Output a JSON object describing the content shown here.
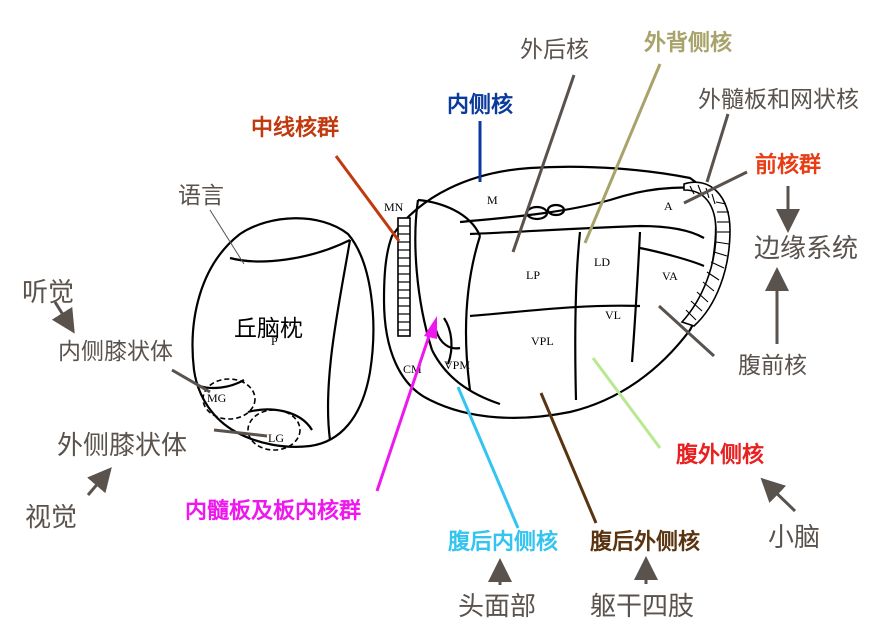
{
  "colors": {
    "outline": "#000000",
    "gray_text": "#5a524c",
    "arrow": "#5a524c",
    "midline": "#c03a10",
    "medial": "#0a3a9c",
    "lateral_dorsal": "#a7a36a",
    "anterior": "#e83d14",
    "internal_lamina": "#ee18ee",
    "vpm": "#33c4f0",
    "vpl": "#5a3410",
    "vl": "#b8e890"
  },
  "labels": {
    "lateral_posterior": "外后核",
    "lateral_dorsal": "外背侧核",
    "medial_nucleus": "内侧核",
    "external_lamina_reticular": "外髓板和网状核",
    "midline_group": "中线核群",
    "anterior_group": "前核群",
    "language": "语言",
    "limbic_system": "边缘系统",
    "hearing": "听觉",
    "mgn": "内侧膝状体",
    "pulvinar": "丘脑枕",
    "lgn": "外侧膝状体",
    "vision": "视觉",
    "ventral_anterior": "腹前核",
    "ventral_lateral": "腹外侧核",
    "cerebellum": "小脑",
    "internal_lamina_group": "内髓板及板内核群",
    "vpm": "腹后内侧核",
    "vpl": "腹后外侧核",
    "head_face": "头面部",
    "trunk_limbs": "躯干四肢"
  },
  "regions": {
    "M": "M",
    "MN": "MN",
    "A": "A",
    "LP": "LP",
    "LD": "LD",
    "VA": "VA",
    "VL": "VL",
    "VPL": "VPL",
    "VPM": "VPM",
    "CM": "CM",
    "P": "P",
    "MG": "MG",
    "LG": "LG"
  }
}
